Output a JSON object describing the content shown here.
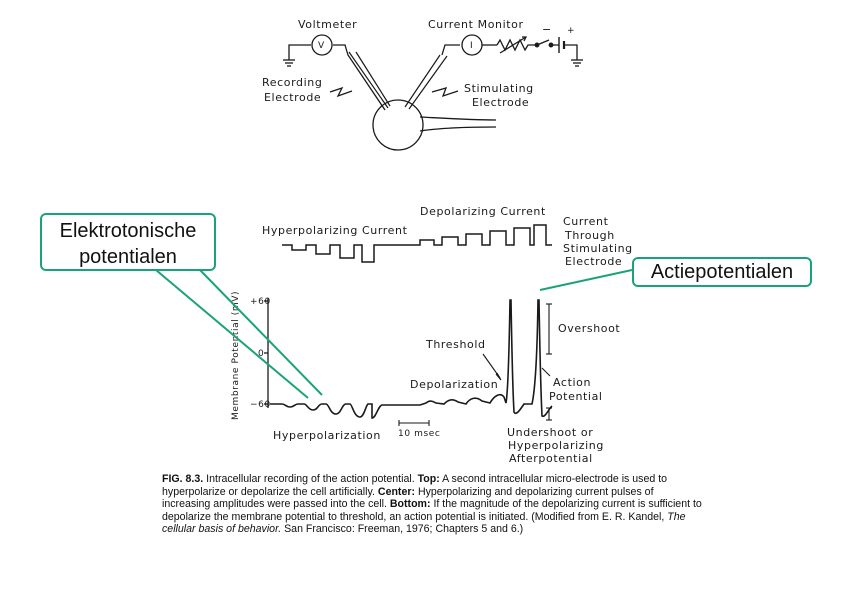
{
  "top_diagram": {
    "voltmeter_label": "Voltmeter",
    "voltmeter_symbol": "V",
    "current_monitor_label": "Current Monitor",
    "current_monitor_symbol": "I",
    "minus_sign": "−",
    "plus_sign": "+",
    "recording_electrode_line1": "Recording",
    "recording_electrode_line2": "Electrode",
    "stimulating_electrode_line1": "Stimulating",
    "stimulating_electrode_line2": "Electrode"
  },
  "center_diagram": {
    "hyperpolarizing_current_label": "Hyperpolarizing Current",
    "depolarizing_current_label": "Depolarizing Current",
    "current_through_line1": "Current",
    "current_through_line2": "Through",
    "current_through_line3": "Stimulating",
    "current_through_line4": "Electrode"
  },
  "bottom_diagram": {
    "y_axis_label": "Membrane Potential (mV)",
    "tick_plus60": "+60",
    "tick_0": "0",
    "tick_minus60": "−60",
    "threshold_label": "Threshold",
    "overshoot_label": "Overshoot",
    "depolarization_label": "Depolarization",
    "action_potential_line1": "Action",
    "action_potential_line2": "Potential",
    "hyperpolarization_label": "Hyperpolarization",
    "scale_bar_label": "10 msec",
    "undershoot_line1": "Undershoot or",
    "undershoot_line2": "Hyperpolarizing",
    "undershoot_line3": "Afterpotential"
  },
  "callouts": {
    "electrotonic_line1": "Elektrotonische",
    "electrotonic_line2": "potentialen",
    "action_potentials": "Actiepotentialen"
  },
  "caption": {
    "fig_label": "FIG. 8.3.",
    "intro": "Intracellular recording of the action potential.",
    "top_label": "Top:",
    "top_text": "A second intracellular micro-electrode is used to hyperpolarize or depolarize the cell artificially.",
    "center_label": "Center:",
    "center_text": "Hyperpolarizing and depolarizing current pulses of increasing amplitudes were passed into the cell.",
    "bottom_label": "Bottom:",
    "bottom_text": "If the magnitude of the depolarizing current is sufficient to depolarize the membrane potential to threshold, an action potential is initiated. (Modified from E. R. Kandel,",
    "book_title": "The cellular basis of behavior.",
    "publisher_text": "San Francisco: Freeman, 1976; Chapters 5 and 6.)"
  },
  "colors": {
    "callout_border": "#1aa37a",
    "line": "#1a1a1a"
  }
}
